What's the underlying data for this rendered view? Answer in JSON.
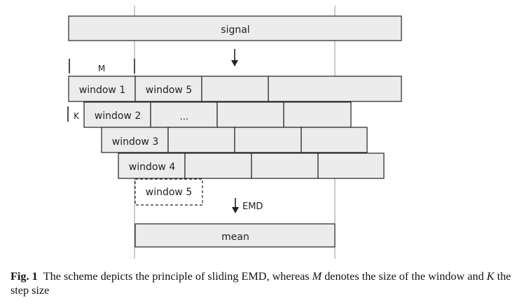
{
  "diagram": {
    "signal_label": "signal",
    "size_label": "M",
    "step_label": "K",
    "window_labels": [
      "window 1",
      "window 2",
      "window 3",
      "window 4",
      "window 5"
    ],
    "ellipsis": "...",
    "emd_label": "EMD",
    "mean_label": "mean"
  },
  "caption": {
    "label": "Fig. 1",
    "text_1": "The scheme depicts the principle of sliding EMD, whereas",
    "var_m": "M",
    "text_2": "denotes the size of the window and",
    "var_k": "K",
    "text_3": "the step size"
  }
}
